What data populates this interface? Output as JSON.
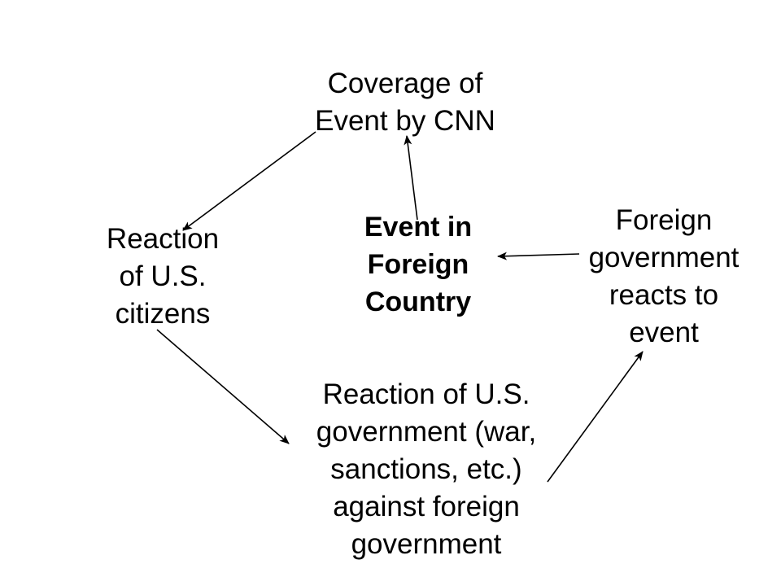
{
  "diagram": {
    "type": "cycle-flow",
    "colors": {
      "text": "#000000",
      "arrow": "#000000",
      "background": "#ffffff"
    },
    "nodes": {
      "coverage": {
        "lines": [
          "Coverage of",
          "Event by CNN"
        ],
        "bold": false
      },
      "event": {
        "lines": [
          "Event in",
          "Foreign",
          "Country"
        ],
        "bold": true
      },
      "citizens": {
        "lines": [
          "Reaction",
          "of U.S.",
          "citizens"
        ],
        "bold": false
      },
      "us_government": {
        "lines": [
          "Reaction of U.S.",
          "government (war,",
          "sanctions, etc.)",
          "against foreign",
          "government"
        ],
        "bold": false
      },
      "foreign_government": {
        "lines": [
          "Foreign",
          "government",
          "reacts to",
          "event"
        ],
        "bold": false
      }
    },
    "edges": [
      {
        "from": "event",
        "to": "coverage"
      },
      {
        "from": "coverage",
        "to": "citizens"
      },
      {
        "from": "citizens",
        "to": "us_government"
      },
      {
        "from": "us_government",
        "to": "foreign_government"
      },
      {
        "from": "foreign_government",
        "to": "event"
      }
    ]
  }
}
